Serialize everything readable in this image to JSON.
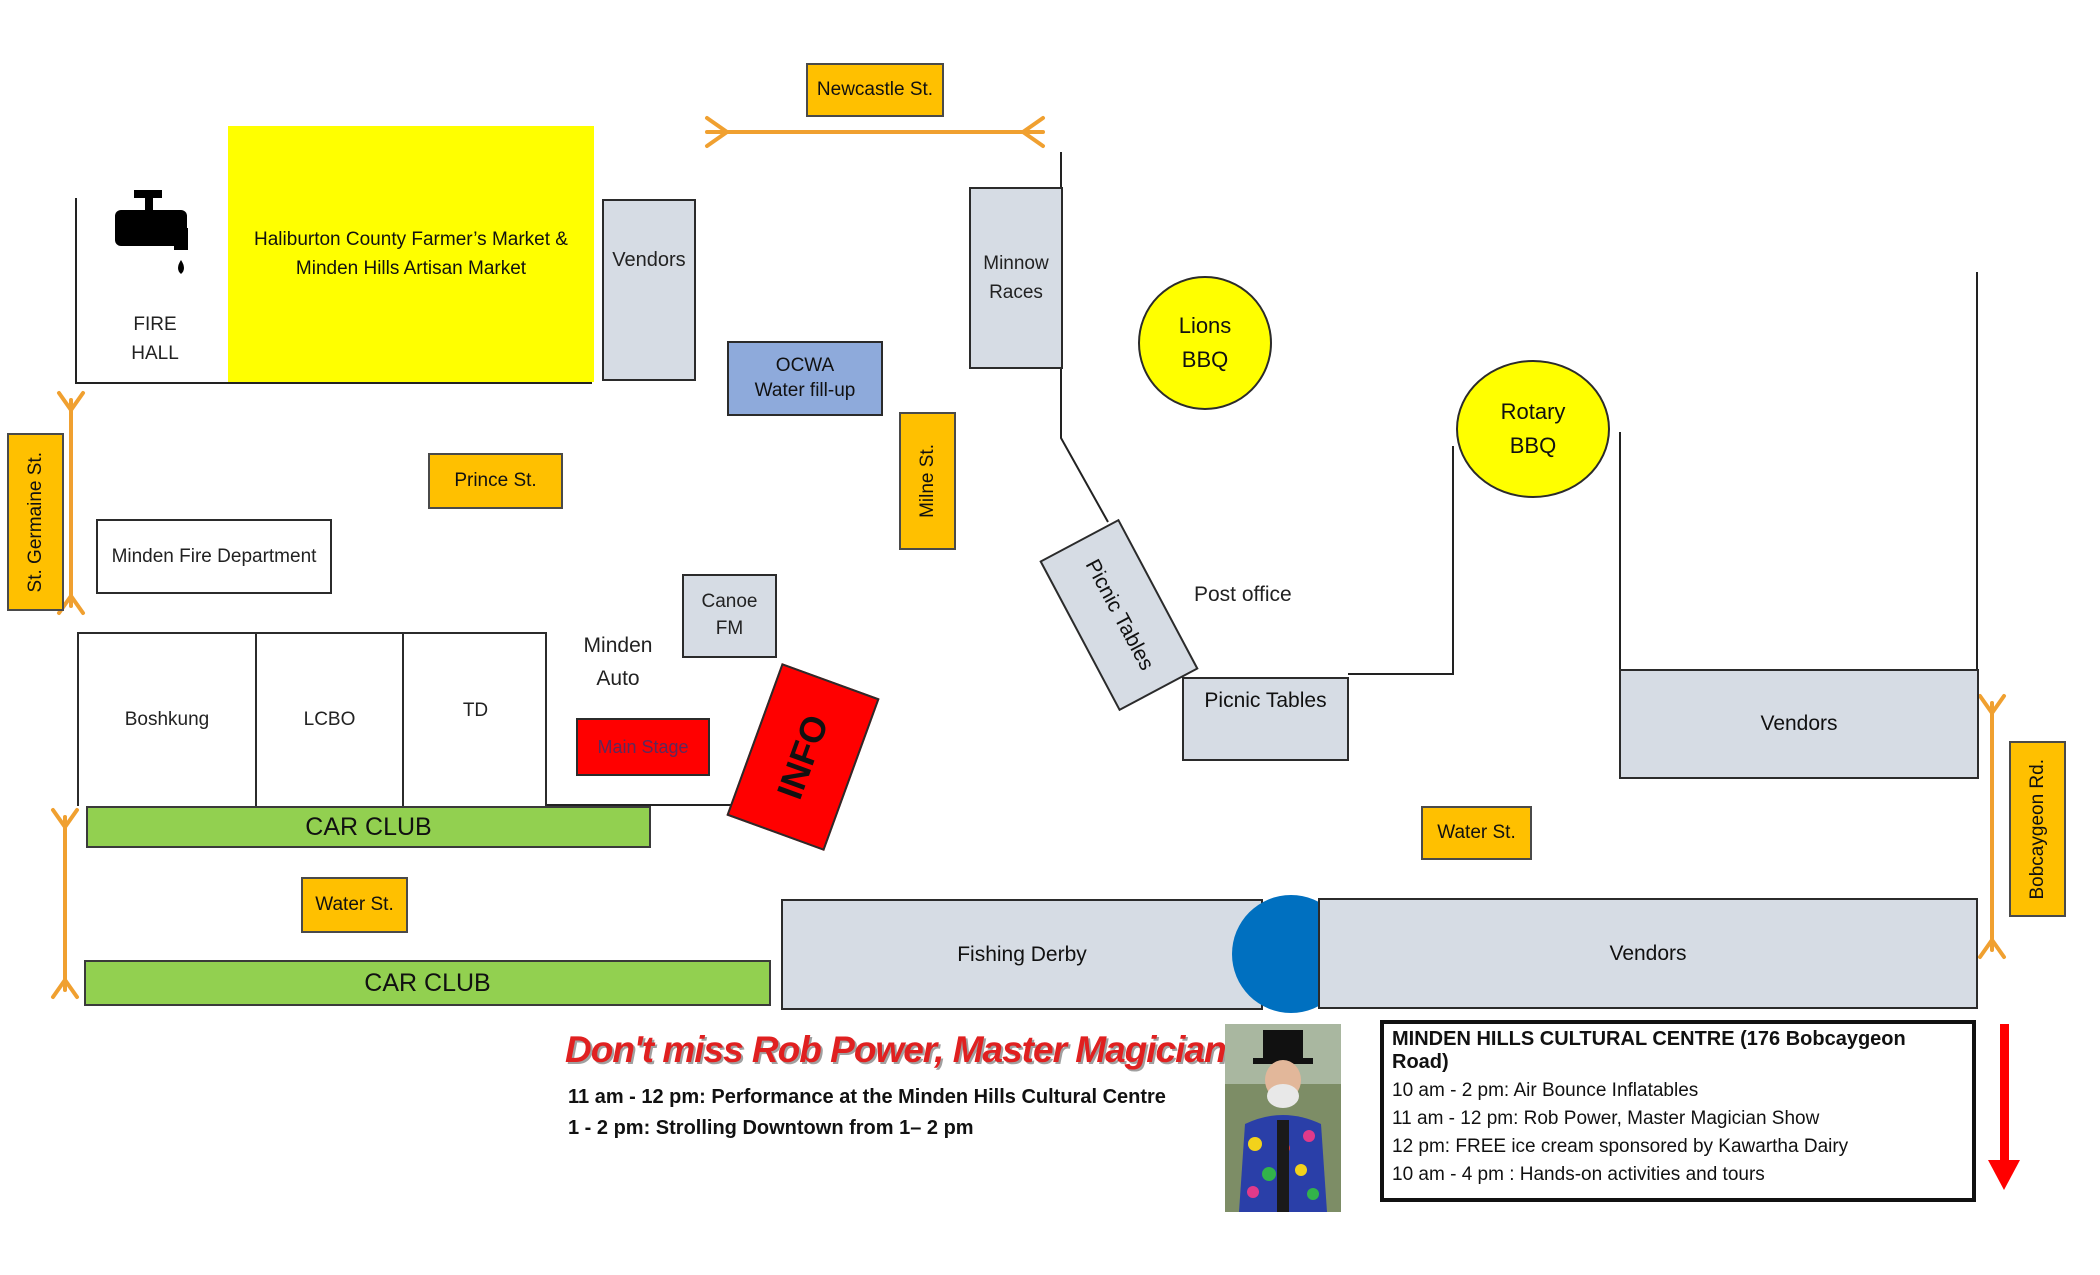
{
  "streets": {
    "newcastle": "Newcastle St.",
    "st_germaine": "St. Germaine  St.",
    "prince": "Prince St.",
    "milne": "Milne St.",
    "water_left": "Water St.",
    "water_right": "Water St.",
    "bobcaygeon": "Bobcaygeon  Rd."
  },
  "places": {
    "fire_hall": "FIRE\nHALL",
    "farmers_market": "Haliburton County Farmer’s Market &\nMinden Hills Artisan Market",
    "vendors_top": "Vendors",
    "ocwa": "OCWA\nWater fill-up",
    "minnow_races": "Minnow\nRaces",
    "lions_bbq": "Lions\nBBQ",
    "rotary_bbq": "Rotary\nBBQ",
    "minden_fire_dept": "Minden Fire Department",
    "canoe_fm": "Canoe\nFM",
    "minden_auto": "Minden\nAuto",
    "main_stage": "Main Stage",
    "info": "INFO",
    "picnic_tables_angled": "Picnic Tables",
    "picnic_tables": "Picnic Tables",
    "post_office": "Post office",
    "boshkung": "Boshkung",
    "lcbo": "LCBO",
    "td": "TD",
    "car_club_top": "CAR CLUB",
    "car_club_bottom": "CAR CLUB",
    "vendors_right": "Vendors",
    "fishing_derby": "Fishing Derby",
    "vendors_bottom": "Vendors"
  },
  "promo": {
    "title": "Don't miss Rob Power, Master Magician!",
    "lines": [
      "11 am - 12 pm: Performance at the Minden Hills Cultural Centre",
      "1 - 2 pm: Strolling Downtown from 1– 2 pm"
    ]
  },
  "cultural_centre": {
    "title": "MINDEN HILLS CULTURAL CENTRE (176 Bobcaygeon Road)",
    "lines": [
      "10 am - 2 pm: Air Bounce Inflatables",
      "11 am - 12 pm: Rob Power, Master Magician Show",
      "12 pm: FREE ice cream sponsored by Kawartha Dairy",
      "10 am - 4 pm : Hands-on activities and tours"
    ]
  },
  "icons": {
    "water_tap": "faucet-icon",
    "bridge_marker": "blue-circle",
    "direction_arrow": "red-down-arrow",
    "magician_photo": "magician-photo"
  },
  "colors": {
    "market_yellow": "#ffff00",
    "street_orange": "#ffc000",
    "car_club_green": "#92d050",
    "info_red": "#ff0000",
    "vendor_blue_grey": "#d6dce4",
    "ocwa_blue": "#8eaadb",
    "bridge_blue": "#0070c0"
  }
}
